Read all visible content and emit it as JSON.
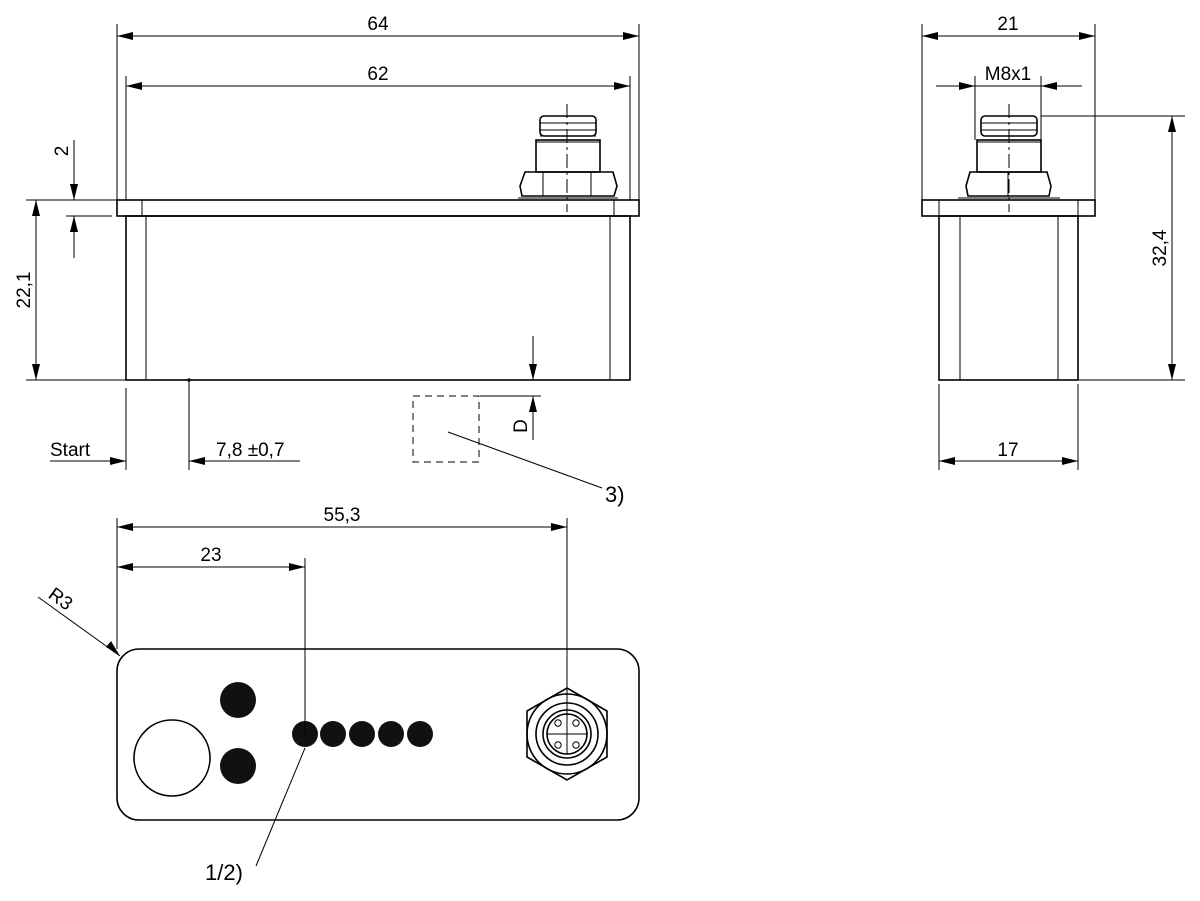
{
  "drawing": {
    "dimensions": {
      "overall_length": "64",
      "inner_length": "62",
      "flange_thickness": "2",
      "body_height": "22,1",
      "start_label": "Start",
      "start_offset": "7,8 ±0,7",
      "detection_distance": "D",
      "side_width": "21",
      "thread": "M8x1",
      "total_height": "32,4",
      "body_width": "17",
      "connector_position": "55,3",
      "led_position": "23",
      "corner_radius": "R3"
    },
    "callouts": {
      "target_note": "3)",
      "led_note": "1/2)"
    }
  }
}
